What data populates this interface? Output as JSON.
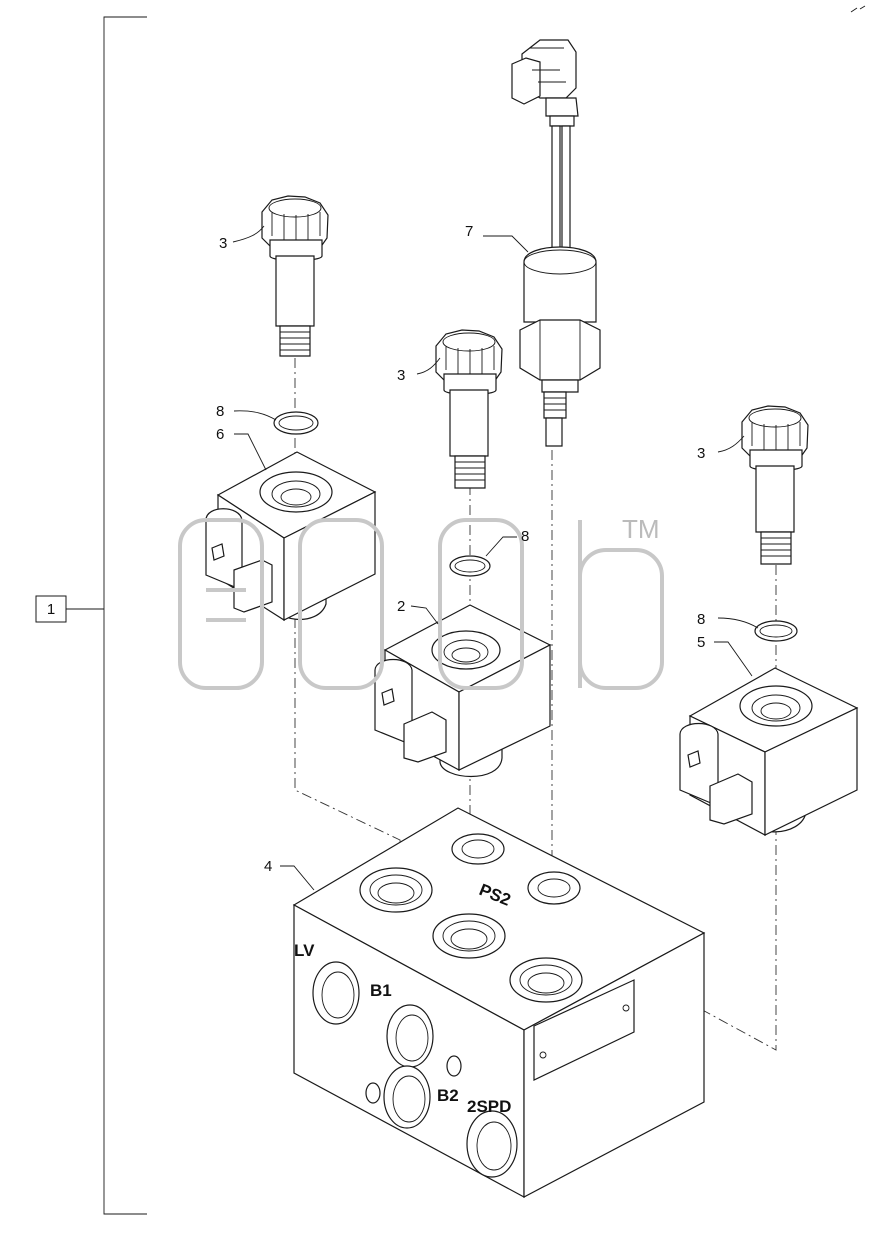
{
  "assembly_label": "1",
  "watermark": {
    "trademark": "TM"
  },
  "callouts": [
    {
      "id": "c3a",
      "num": "3"
    },
    {
      "id": "c3b",
      "num": "3"
    },
    {
      "id": "c3c",
      "num": "3"
    },
    {
      "id": "c7",
      "num": "7"
    },
    {
      "id": "c8a",
      "num": "8"
    },
    {
      "id": "c6",
      "num": "6"
    },
    {
      "id": "c8b",
      "num": "8"
    },
    {
      "id": "c2",
      "num": "2"
    },
    {
      "id": "c8c",
      "num": "8"
    },
    {
      "id": "c5",
      "num": "5"
    },
    {
      "id": "c4",
      "num": "4"
    }
  ],
  "block_markings": {
    "lv": "LV",
    "b1": "B1",
    "b2": "B2",
    "spd": "2SPD",
    "ps2": "PS2"
  },
  "colors": {
    "line": "#1a1a1a",
    "watermark": "#c8c8c8"
  }
}
